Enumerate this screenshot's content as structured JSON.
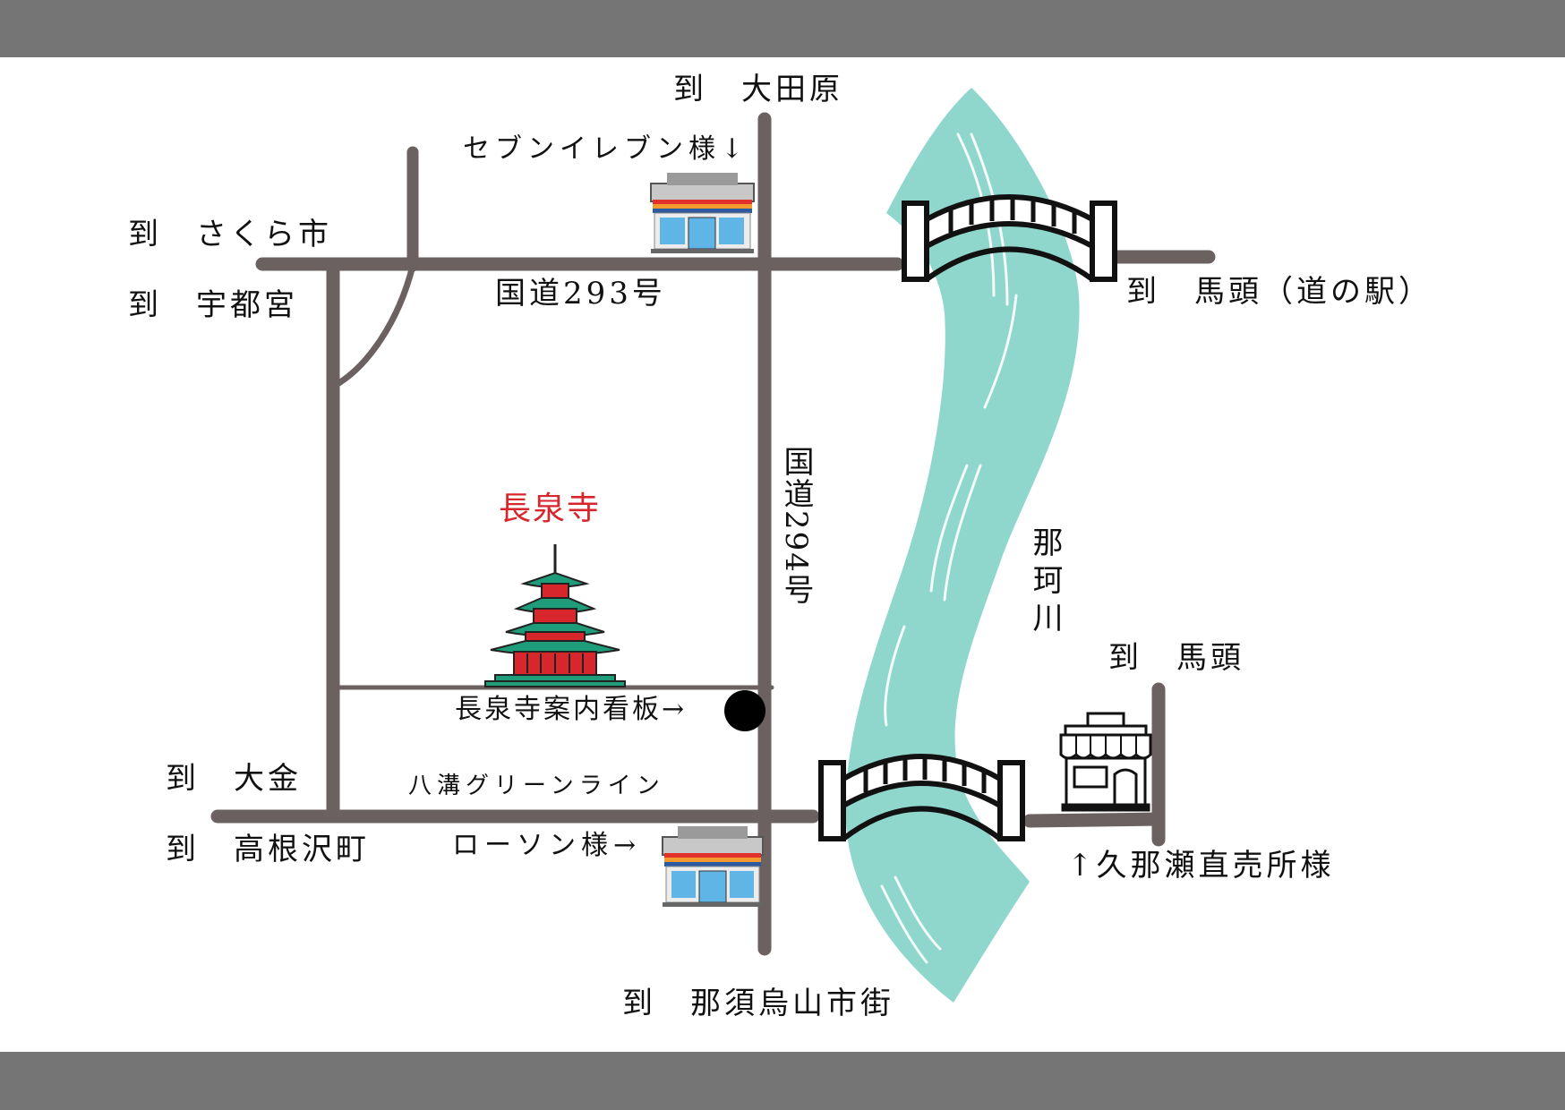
{
  "destinations": {
    "north": "到　大田原",
    "west_sakura": "到　さくら市",
    "west_utsunomiya": "到　宇都宮",
    "east_bato_station": "到　馬頭（道の駅）",
    "east_bato": "到　馬頭",
    "west_oogane": "到　大金",
    "west_takanezawa": "到　高根沢町",
    "south": "到　那須烏山市街"
  },
  "roads": {
    "route293": "国道293号",
    "route294": "国道294号",
    "yamizo_green_line": "八溝グリーンライン"
  },
  "landmarks": {
    "temple": "長泉寺",
    "temple_sign": "長泉寺案内看板→",
    "seven_eleven": "セブンイレブン様↓",
    "lawson": "ローソン様→",
    "kunase_shop": "↑久那瀬直売所様"
  },
  "river": {
    "name": "那珂川"
  },
  "colors": {
    "road": "#6b6161",
    "river": "#8fd6cc",
    "temple_red": "#d7262c",
    "temple_green": "#1f9d7a",
    "band": "#757575"
  },
  "icons": [
    "bridge-icon",
    "convenience-store-icon",
    "pagoda-icon",
    "shop-icon",
    "marker-dot-icon"
  ]
}
